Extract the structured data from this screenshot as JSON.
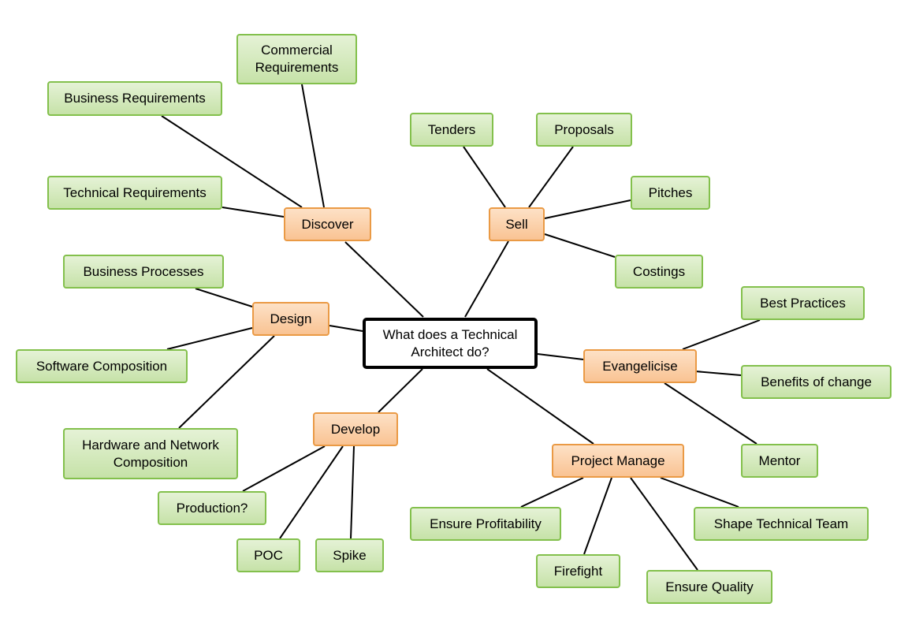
{
  "central_topic": "What does a Technical Architect do?",
  "branches": [
    {
      "label": "Discover",
      "children": [
        "Business Requirements",
        "Commercial Requirements",
        "Technical Requirements"
      ]
    },
    {
      "label": "Sell",
      "children": [
        "Tenders",
        "Proposals",
        "Pitches",
        "Costings"
      ]
    },
    {
      "label": "Design",
      "children": [
        "Business Processes",
        "Software Composition",
        "Hardware and Network Composition"
      ]
    },
    {
      "label": "Evangelicise",
      "children": [
        "Best Practices",
        "Benefits of change",
        "Mentor"
      ]
    },
    {
      "label": "Develop",
      "children": [
        "Production?",
        "POC",
        "Spike"
      ]
    },
    {
      "label": "Project Manage",
      "children": [
        "Ensure Profitability",
        "Firefight",
        "Ensure Quality",
        "Shape Technical Team"
      ]
    }
  ],
  "colors": {
    "central_border": "#000000",
    "branch_fill": "#fbd0a8",
    "branch_border": "#ea9a45",
    "leaf_fill": "#d4e9bd",
    "leaf_border": "#83c04c",
    "connector": "#000000"
  }
}
